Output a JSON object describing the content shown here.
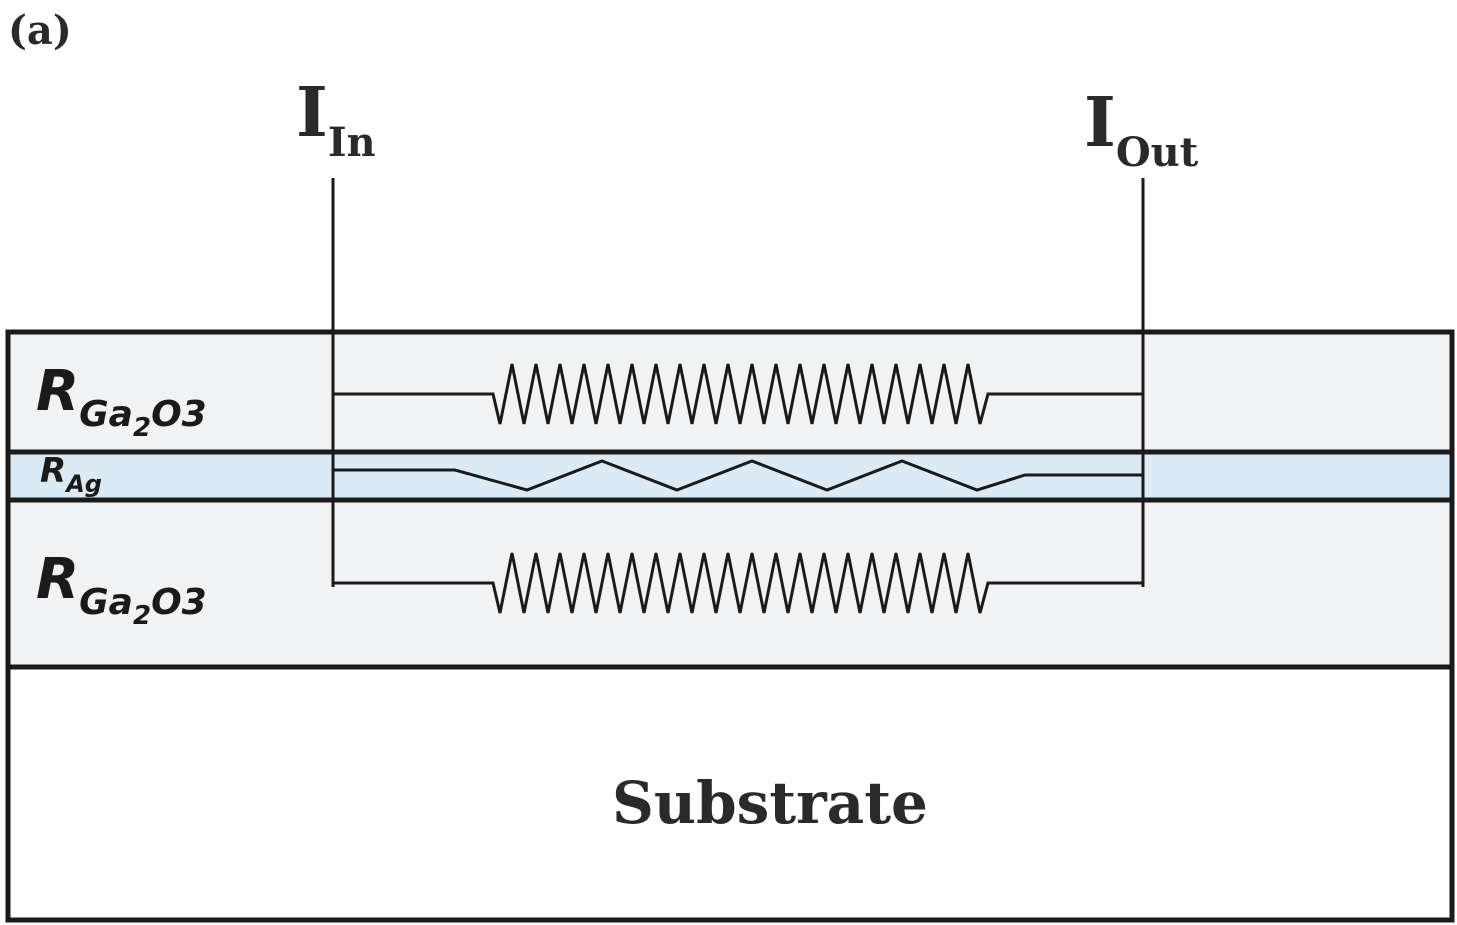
{
  "panel_label": "(a)",
  "current_in": {
    "main": "I",
    "sub": "In"
  },
  "current_out": {
    "main": "I",
    "sub": "Out"
  },
  "layer_top": {
    "symbol": "R",
    "sub_ga": "Ga",
    "sub_2": "2",
    "sub_o": "O",
    "sub_3": "3"
  },
  "layer_ag": {
    "symbol": "R",
    "sub": "Ag"
  },
  "layer_bottom": {
    "symbol": "R",
    "sub_ga": "Ga",
    "sub_2": "2",
    "sub_o": "O",
    "sub_3": "3"
  },
  "substrate_label": "Substrate",
  "colors": {
    "ga2o3_layer": "#f1f2f3",
    "ag_layer": "#dceaf6",
    "substrate": "#ffffff",
    "stroke": "#1a1a1a",
    "text": "#2a2a2a"
  }
}
